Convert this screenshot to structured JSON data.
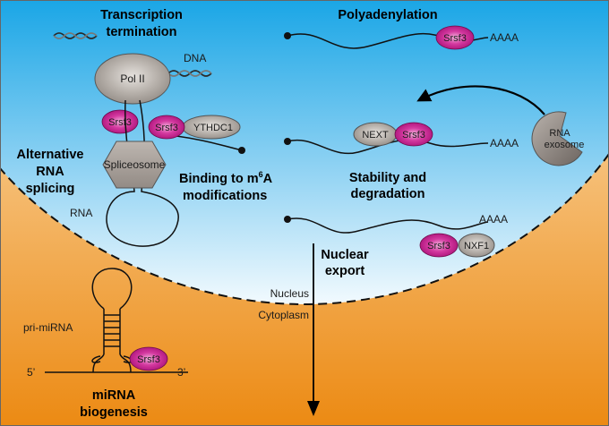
{
  "labels": {
    "transcription_termination_1": "Transcription",
    "transcription_termination_2": "termination",
    "polyadenylation": "Polyadenylation",
    "dna": "DNA",
    "pol2": "Pol II",
    "alt_splicing_1": "Alternative",
    "alt_splicing_2": "RNA",
    "alt_splicing_3": "splicing",
    "spliceosome": "Spliceosome",
    "rna": "RNA",
    "binding_1": "Binding to m",
    "binding_sup": "6",
    "binding_after": "A",
    "binding_2": "modifications",
    "stability_1": "Stability and",
    "stability_2": "degradation",
    "nuclear_1": "Nuclear",
    "nuclear_2": "export",
    "nucleus": "Nucleus",
    "cytoplasm": "Cytoplasm",
    "pri_mirna": "pri-miRNA",
    "five_prime": "5’",
    "three_prime": "3’",
    "mirna_1": "miRNA",
    "mirna_2": "biogenesis",
    "rna_exosome_1": "RNA",
    "rna_exosome_2": "exosome",
    "next": "NEXT",
    "ythdc1": "YTHDC1",
    "nxf1": "NXF1",
    "srsf3": "Srsf3",
    "aaaa": "AAAA"
  },
  "colors": {
    "nucleus_top": "#1aa6e6",
    "nucleus_bottom": "#eef8fd",
    "cytoplasm_top": "#fbe7cc",
    "cytoplasm_bottom": "#ee8d17",
    "srsf3_fill": "#c9168d",
    "grey_protein": "#a8a39e",
    "exosome": "#8c8480"
  }
}
